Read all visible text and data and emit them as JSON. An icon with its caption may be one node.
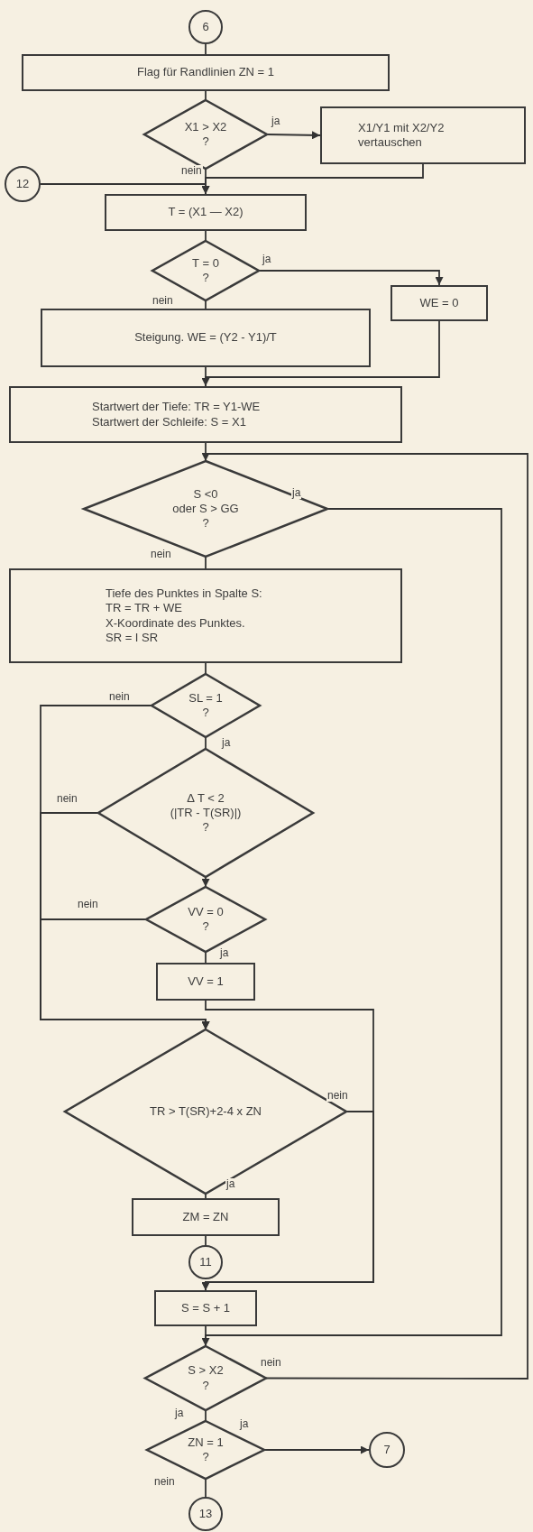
{
  "diagram": {
    "nodes": [
      {
        "text": [
          "6"
        ]
      },
      {
        "text": [
          "Flag für Randlinien  ZN = 1"
        ]
      },
      {
        "text": [
          "X1 > X2",
          "?"
        ]
      },
      {
        "text": [
          "X1/Y1 mit X2/Y2 vertauschen"
        ]
      },
      {
        "text": [
          "12"
        ]
      },
      {
        "text": [
          "T = (X1 — X2)"
        ]
      },
      {
        "text": [
          "T = 0",
          "?"
        ]
      },
      {
        "text": [
          "WE = 0"
        ]
      },
      {
        "text": [
          "Steigung. WE = (Y2 - Y1)/T"
        ]
      },
      {
        "text": [
          "Startwert der Tiefe: TR = Y1-WE",
          "Startwert der Schleife: S = X1"
        ]
      },
      {
        "text": [
          "S <0",
          "oder S > GG",
          "?"
        ]
      },
      {
        "text": [
          "Tiefe des Punktes in Spalte S:",
          "TR = TR + WE",
          "X-Koordinate des Punktes.",
          "SR = I SR"
        ]
      },
      {
        "text": [
          "SL = 1",
          "?"
        ]
      },
      {
        "text": [
          "Δ T < 2",
          "(|TR - T(SR)|)",
          "?"
        ]
      },
      {
        "text": [
          "VV = 0",
          "?"
        ]
      },
      {
        "text": [
          "VV = 1"
        ]
      },
      {
        "text": [
          "TR > T(SR)+2-4 x ZN"
        ]
      },
      {
        "text": [
          "ZM = ZN"
        ]
      },
      {
        "text": [
          "11"
        ]
      },
      {
        "text": [
          "S = S + 1"
        ]
      },
      {
        "text": [
          "S > X2",
          "?"
        ]
      },
      {
        "text": [
          "ZN = 1",
          "?"
        ]
      },
      {
        "text": [
          "7"
        ]
      },
      {
        "text": [
          "13"
        ]
      }
    ],
    "edges": [
      {
        "from": 0,
        "to": 1,
        "arrow": "none"
      },
      {
        "from": 1,
        "to": 2,
        "arrow": "none"
      },
      {
        "from": 2,
        "to": 3,
        "arrow": "to",
        "label": "ja"
      },
      {
        "from": 2,
        "to": 5,
        "arrow": "none",
        "label": "nein"
      },
      {
        "from": 3,
        "to": 5,
        "arrow": "to"
      },
      {
        "from": 4,
        "to": 5,
        "arrow": "to"
      },
      {
        "from": 5,
        "to": 6,
        "arrow": "none"
      },
      {
        "from": 6,
        "to": 7,
        "arrow": "to",
        "label": "ja"
      },
      {
        "from": 6,
        "to": 8,
        "arrow": "none",
        "label": "nein"
      },
      {
        "from": 7,
        "to": 9,
        "arrow": "to"
      },
      {
        "from": 8,
        "to": 9,
        "arrow": "none"
      },
      {
        "from": 9,
        "to": 10,
        "arrow": "none"
      },
      {
        "from": 10,
        "to": 20,
        "arrow": "to",
        "label": "ja"
      },
      {
        "from": 10,
        "to": 11,
        "arrow": "none",
        "label": "nein"
      },
      {
        "from": 11,
        "to": 12,
        "arrow": "none"
      },
      {
        "from": 12,
        "to": 16,
        "arrow": "to",
        "label": "nein"
      },
      {
        "from": 12,
        "to": 13,
        "arrow": "none",
        "label": "ja"
      },
      {
        "from": 13,
        "to": 16,
        "arrow": "to",
        "label": "nein"
      },
      {
        "from": 13,
        "to": 14,
        "arrow": "to"
      },
      {
        "from": 14,
        "to": 16,
        "arrow": "to",
        "label": "nein"
      },
      {
        "from": 14,
        "to": 15,
        "arrow": "none",
        "label": "ja"
      },
      {
        "from": 15,
        "to": 19,
        "arrow": "to"
      },
      {
        "from": 16,
        "to": 19,
        "arrow": "to",
        "label": "nein"
      },
      {
        "from": 16,
        "to": 17,
        "arrow": "none",
        "label": "ja"
      },
      {
        "from": 17,
        "to": 18,
        "arrow": "none"
      },
      {
        "from": 19,
        "to": 20,
        "arrow": "none"
      },
      {
        "from": 20,
        "to": 10,
        "arrow": "to",
        "label": "nein"
      },
      {
        "from": 20,
        "to": 21,
        "arrow": "none",
        "label": "ja"
      },
      {
        "from": 21,
        "to": 22,
        "arrow": "to",
        "label": "ja"
      },
      {
        "from": 21,
        "to": 23,
        "arrow": "none",
        "label": "nein"
      }
    ]
  }
}
